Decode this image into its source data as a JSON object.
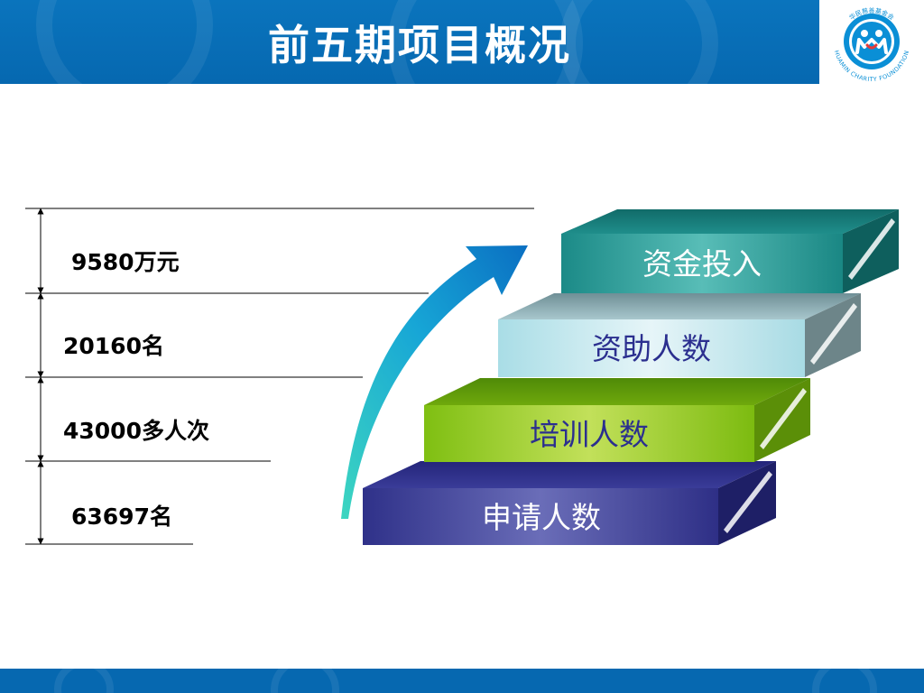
{
  "title": "前五期项目概况",
  "logo": {
    "icon": "charity-foundation-logo",
    "english_text": "HUAMIN CHARITY FOUNDATION",
    "chinese_text": "华民慈善基金会"
  },
  "stats": [
    {
      "value": "9580万元"
    },
    {
      "value": "20160名"
    },
    {
      "value": "43000多人次"
    },
    {
      "value": "63697名"
    }
  ],
  "steps": [
    {
      "label": "资金投入",
      "color": "#1f8f8c"
    },
    {
      "label": "资助人数",
      "color": "#c5e8ee"
    },
    {
      "label": "培训人数",
      "color": "#8dc21f"
    },
    {
      "label": "申请人数",
      "color": "#3a3b92"
    }
  ],
  "colors": {
    "header": "#0a70b8",
    "arrow_start": "#3dd6c0",
    "arrow_end": "#0a6fc2"
  }
}
